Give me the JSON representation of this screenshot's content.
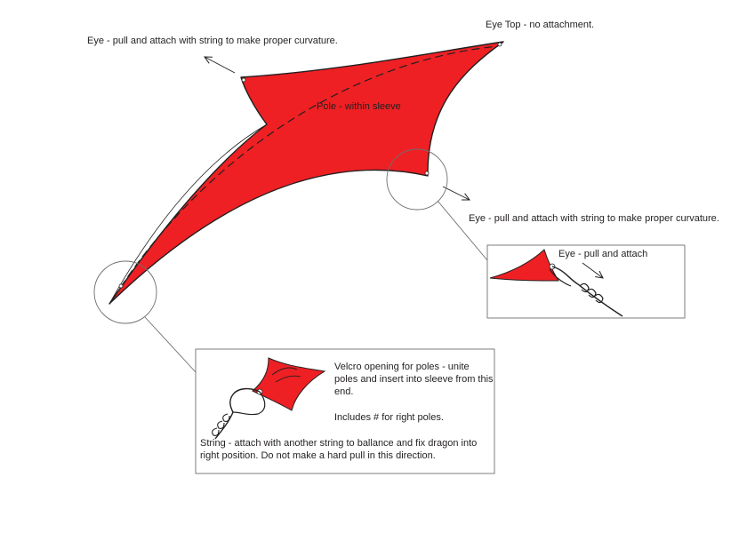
{
  "labels": {
    "eye_top_left": "Eye - pull and attach with string to make proper curvature.",
    "eye_top": "Eye Top - no attachment.",
    "pole": "Pole - within sleeve",
    "eye_right": "Eye - pull and attach with string to make proper curvature.",
    "inset_eye": "Eye - pull and attach"
  },
  "detail_box": {
    "velcro": "Velcro opening for poles - unite poles and insert into sleeve from this end.",
    "includes": "Includes # for right poles.",
    "string": "String - attach with another string to ballance and fix dragon into right position. Do not make a hard pull in this direction."
  },
  "colors": {
    "sail_red": "#ee2024",
    "outline": "#231f20",
    "circle": "#6d6e71"
  }
}
